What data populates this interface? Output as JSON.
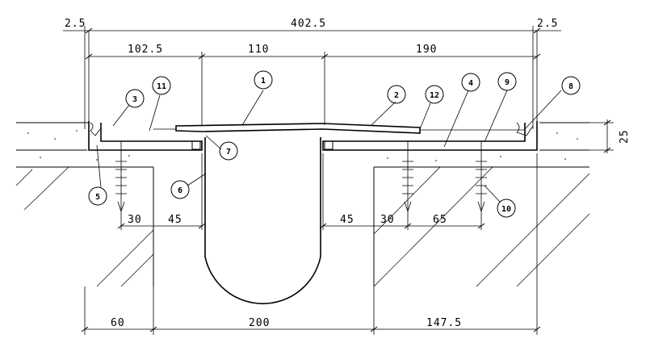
{
  "dimensions": {
    "top_overall": "402.5",
    "left_gap": "2.5",
    "right_gap": "2.5",
    "seg_left": "102.5",
    "seg_mid": "110",
    "seg_right": "190",
    "thickness": "25",
    "anchor_left": "30",
    "opening_left": "45",
    "opening_right": "45",
    "anchor_right_a": "30",
    "anchor_right_b": "65",
    "bottom_left": "60",
    "bottom_mid": "200",
    "bottom_right": "147.5"
  },
  "callouts": [
    "1",
    "2",
    "3",
    "4",
    "5",
    "6",
    "7",
    "8",
    "9",
    "10",
    "11",
    "12"
  ]
}
